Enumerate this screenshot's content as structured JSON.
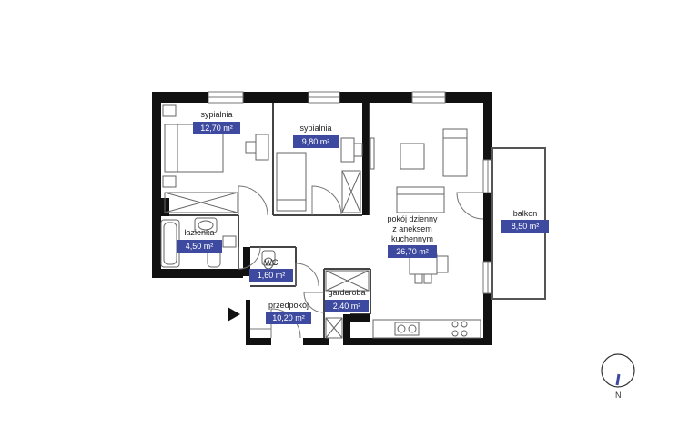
{
  "rooms": [
    {
      "id": "sypialnia-1",
      "name": "sypialnia",
      "area": "12,70 m²"
    },
    {
      "id": "sypialnia-2",
      "name": "sypialnia",
      "area": "9,80 m²"
    },
    {
      "id": "lazienka",
      "name": "łazienka",
      "area": "4,50 m²"
    },
    {
      "id": "wc",
      "name": "WC",
      "area": "1,60 m²"
    },
    {
      "id": "przedpokoj",
      "name": "przedpokój",
      "area": "10,20 m²"
    },
    {
      "id": "garderoba",
      "name": "garderoba",
      "area": "2,40 m²"
    },
    {
      "id": "pokoj-dzienny",
      "name": "pokój dzienny\nz aneksem\nkuchennym",
      "area": "26,70 m²"
    },
    {
      "id": "balkon",
      "name": "balkon",
      "area": "8,50 m²"
    }
  ],
  "compass": {
    "label": "N"
  },
  "colors": {
    "wall": "#111111",
    "badge": "#3d4aa0",
    "line": "#555555",
    "window": "#888888"
  }
}
